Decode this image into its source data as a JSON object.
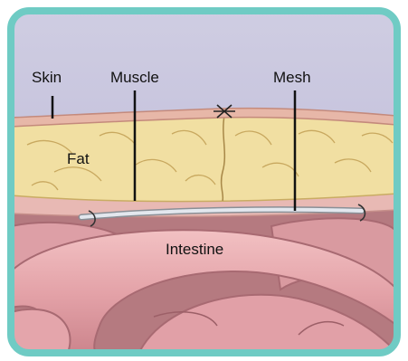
{
  "labels": {
    "skin": "Skin",
    "muscle": "Muscle",
    "mesh": "Mesh",
    "fat": "Fat",
    "intestine": "Intestine"
  },
  "colors": {
    "border": "#6fcbc4",
    "sky": "#c9c7dd",
    "skin_line": "#c98f82",
    "fat": "#f1dfa2",
    "fat_shadow": "#d9c07a",
    "muscle": "#e6b7b3",
    "cavity": "#b8787f",
    "intestine": "#e7a7ad",
    "mesh": "#d9dfe7"
  }
}
